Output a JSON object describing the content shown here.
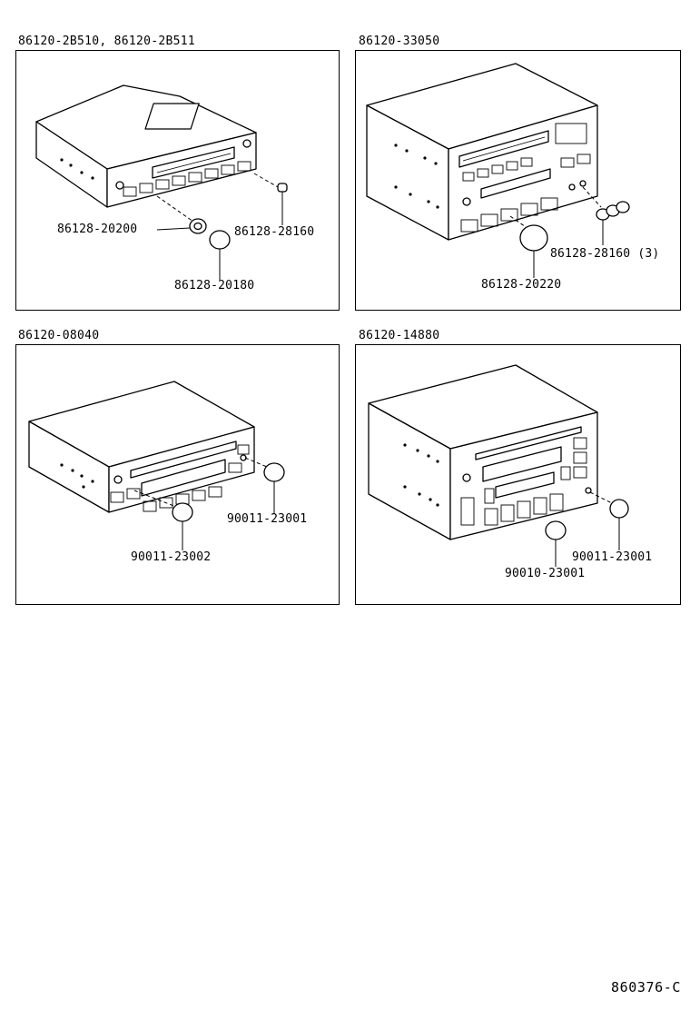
{
  "panels": [
    {
      "title": "86120-2B510, 86120-2B511",
      "labels": [
        "86128-20200",
        "86128-28160",
        "86128-20180"
      ]
    },
    {
      "title": "86120-33050",
      "labels": [
        "86128-28160 (3)",
        "86128-20220"
      ]
    },
    {
      "title": "86120-08040",
      "labels": [
        "90011-23001",
        "90011-23002"
      ]
    },
    {
      "title": "86120-14880",
      "labels": [
        "90011-23001",
        "90010-23001"
      ]
    }
  ],
  "drawing_id": "860376-C"
}
